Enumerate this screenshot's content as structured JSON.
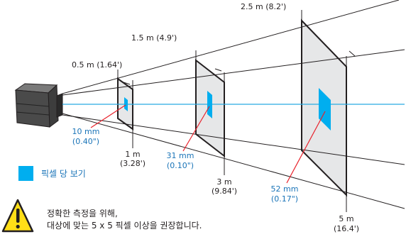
{
  "distance_labels": {
    "d1_top": "0.5 m (1.64')",
    "d2_top": "1.5 m (4.9')",
    "d3_top": "2.5 m (8.2')",
    "d1_bottom": [
      "1 m",
      "(3.28')"
    ],
    "d2_bottom": [
      "3 m",
      "(9.84')"
    ],
    "d3_bottom": [
      "5 m",
      "(16.4')"
    ]
  },
  "pixel_sizes": {
    "p1": [
      "10 mm",
      "(0.40\")"
    ],
    "p2": [
      "31 mm",
      "(0.10\")"
    ],
    "p3": [
      "52 mm",
      "(0.17\")"
    ]
  },
  "legend": {
    "label": "픽셀 당 보기",
    "color": "#00aeef"
  },
  "warning": {
    "line1": "정확한 측정을 위해,",
    "line2": "대상에 맞는 5 x 5 픽셀 이상을 권장합니다.",
    "icon": "warning-triangle-icon"
  },
  "colors": {
    "pixel_fill": "#00aeef",
    "axis_line": "#29abe2",
    "pointer_line": "#e8202a",
    "panel_fill": "#e6e7e8",
    "callout_text": "#1a74b8"
  }
}
